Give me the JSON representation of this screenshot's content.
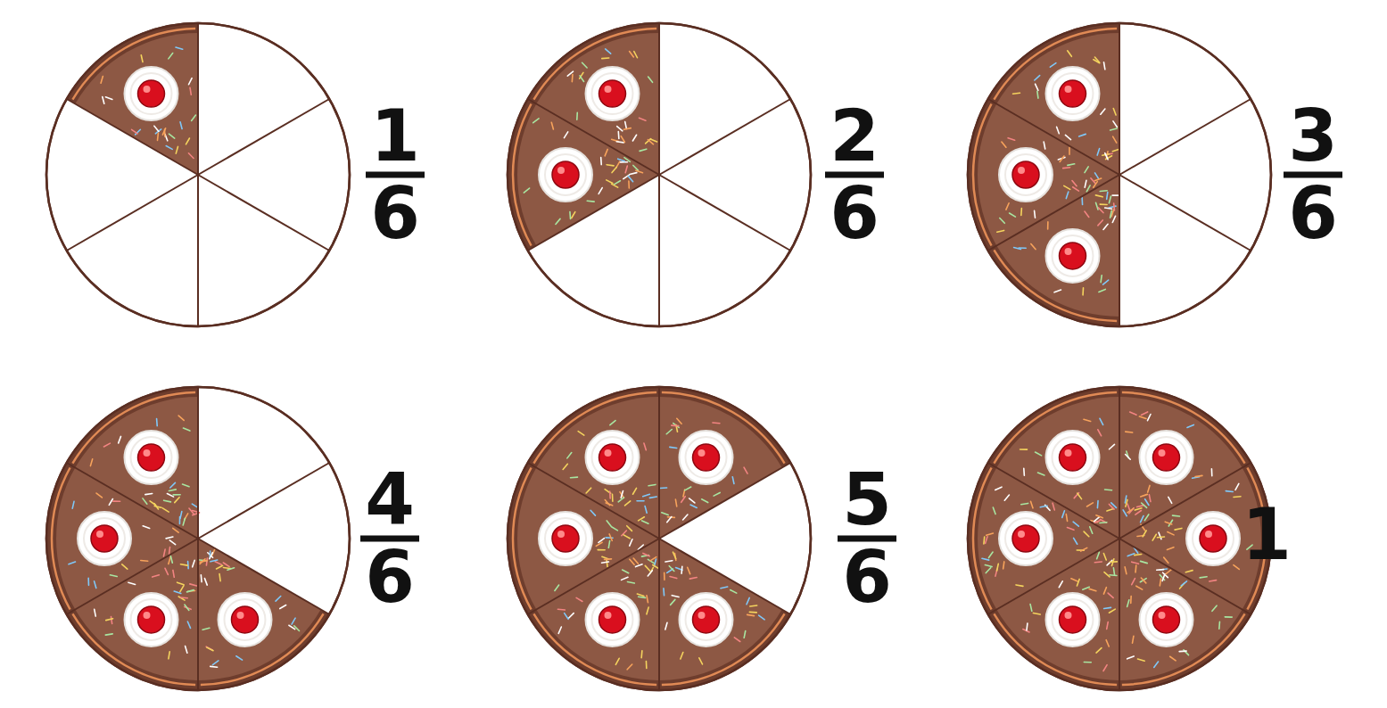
{
  "diagram": {
    "labels": [
      "1",
      "6",
      "2",
      "6",
      "3",
      "6",
      "4",
      "6",
      "5",
      "6",
      "1"
    ]
  }
}
